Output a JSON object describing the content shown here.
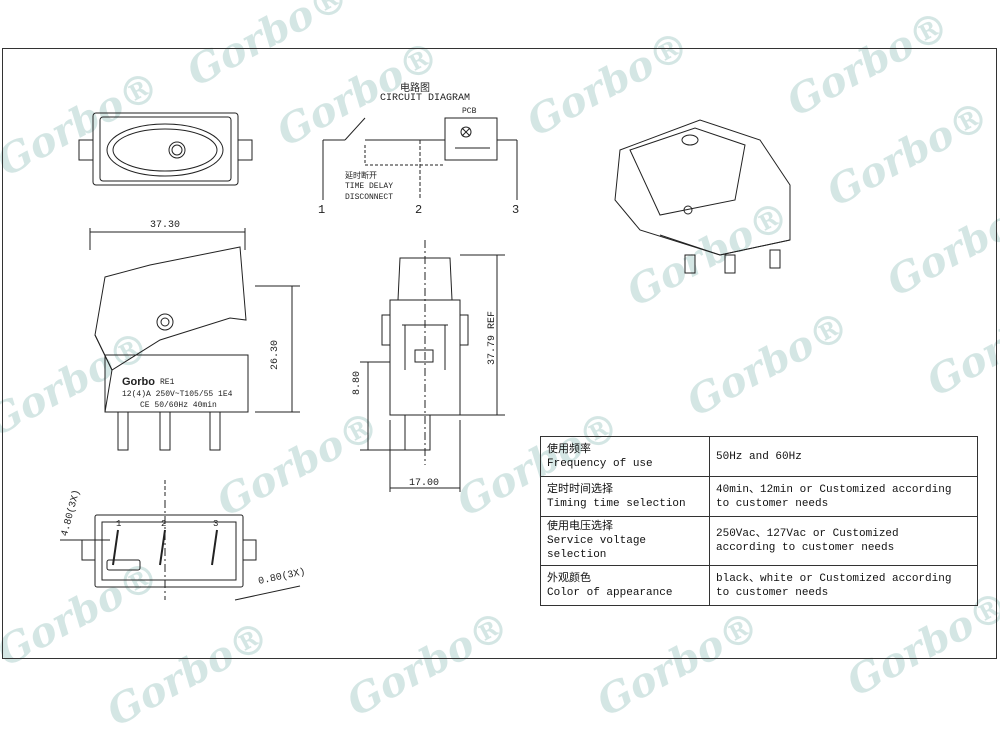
{
  "watermark": "Gorbo®",
  "circuit": {
    "title_cn": "电路图",
    "title_en": "CIRCUIT DIAGRAM",
    "pcb_label": "PCB",
    "delay_cn": "延时断开",
    "delay_en_1": "TIME DELAY",
    "delay_en_2": "DISCONNECT",
    "terminal_1": "1",
    "terminal_2": "2",
    "terminal_3": "3"
  },
  "dimensions": {
    "width": "37.30",
    "height": "26.30",
    "depth": "17.00",
    "ref_height": "37.79 REF",
    "terminal_height": "8.80",
    "pin_width": "4.80(3X)",
    "pin_thickness": "0.80(3X)"
  },
  "front_label": {
    "brand": "Gorbo",
    "model": "RE1",
    "rating": "12(4)A 250V~T105/55 1E4",
    "cert_freq": "CE  50/60Hz  40min"
  },
  "bottom_pins": [
    "1",
    "2",
    "3"
  ],
  "specs": [
    {
      "label_cn": "使用频率",
      "label_en": "Frequency of use",
      "value_1": "50Hz and 60Hz",
      "value_2": ""
    },
    {
      "label_cn": "定时时间选择",
      "label_en": "Timing time selection",
      "value_1": "40min、12min or Customized according",
      "value_2": "to customer needs"
    },
    {
      "label_cn": "使用电压选择",
      "label_en": "Service voltage selection",
      "value_1": "250Vac、127Vac or Customized",
      "value_2": "according to customer needs"
    },
    {
      "label_cn": "外观颜色",
      "label_en": "Color of appearance",
      "value_1": "black、white or Customized according",
      "value_2": "to customer needs"
    }
  ]
}
